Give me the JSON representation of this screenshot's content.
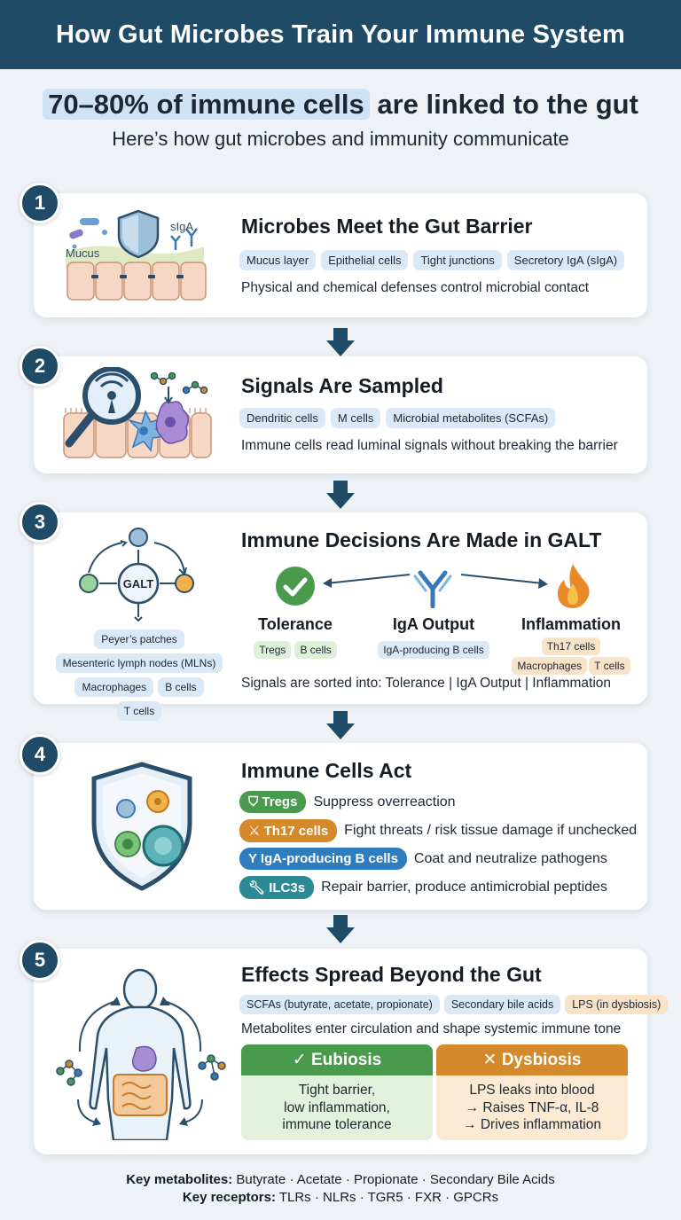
{
  "header": {
    "title": "How Gut Microbes Train Your Immune System"
  },
  "hero": {
    "highlight": "70–80% of immune cells",
    "rest": " are linked to the gut",
    "subtitle": "Here’s how gut microbes and immunity communicate"
  },
  "colors": {
    "navy": "#1f4b66",
    "green": "#4a9a4e",
    "orange": "#d4892a",
    "blue": "#2f7dbf",
    "teal": "#2b8a95",
    "chip_blue": "#dbe9f6",
    "chip_orange": "#f8e2c8"
  },
  "steps": [
    {
      "number": "1",
      "title": "Microbes Meet the Gut Barrier",
      "icon": "gut-barrier-shield-icon",
      "labels": {
        "mucus": "Mucus",
        "siga": "sIgA"
      },
      "chips": [
        "Mucus layer",
        "Epithelial cells",
        "Tight junctions",
        "Secretory IgA (sIgA)"
      ],
      "description": "Physical and chemical defenses control microbial contact"
    },
    {
      "number": "2",
      "title": "Signals Are Sampled",
      "icon": "magnifier-sampling-icon",
      "chips": [
        "Dendritic cells",
        "M cells",
        "Microbial metabolites (SCFAs)"
      ],
      "description": "Immune cells read luminal signals without breaking the barrier"
    },
    {
      "number": "3",
      "title": "Immune Decisions Are Made in GALT",
      "icon": "galt-network-icon",
      "galt_label": "GALT",
      "left_chips": [
        "Peyer’s patches",
        "Mesenteric lymph nodes (MLNs)",
        "Macrophages",
        "B cells",
        "T cells"
      ],
      "decisions": [
        {
          "label": "Tolerance",
          "icon": "checkmark-icon",
          "chips": [
            "Tregs",
            "B cells"
          ]
        },
        {
          "label": "IgA Output",
          "icon": "antibody-icon",
          "chips": [
            "IgA-producing B cells"
          ]
        },
        {
          "label": "Inflammation",
          "icon": "flame-icon",
          "chips": [
            "Th17 cells",
            "Macrophages",
            "T cells"
          ]
        }
      ],
      "description": "Signals are sorted into: Tolerance | IgA Output | Inflammation"
    },
    {
      "number": "4",
      "title": "Immune Cells Act",
      "icon": "immune-shield-cells-icon",
      "actions": [
        {
          "badge": "Tregs",
          "badge_icon": "shield-icon",
          "color": "#4a9a4e",
          "text": "Suppress overreaction"
        },
        {
          "badge": "Th17 cells",
          "badge_icon": "crossed-swords-icon",
          "color": "#d4892a",
          "text": "Fight threats / risk tissue damage if unchecked"
        },
        {
          "badge": "IgA-producing B cells",
          "badge_icon": "antibody-icon",
          "color": "#2f7dbf",
          "text": "Coat and neutralize pathogens"
        },
        {
          "badge": "ILC3s",
          "badge_icon": "wrench-icon",
          "color": "#2b8a95",
          "text": "Repair barrier, produce antimicrobial peptides"
        }
      ]
    },
    {
      "number": "5",
      "title": "Effects Spread Beyond the Gut",
      "icon": "human-body-gut-icon",
      "chips": [
        "SCFAs (butyrate, acetate, propionate)",
        "Secondary bile acids",
        "LPS (in dysbiosis)"
      ],
      "description": "Metabolites enter circulation and shape systemic immune tone",
      "eubiosis": {
        "title": "✓ Eubiosis",
        "lines": [
          "Tight barrier,",
          "low inflammation,",
          "immune tolerance"
        ]
      },
      "dysbiosis": {
        "title": "✕ Dysbiosis",
        "lines": [
          "LPS leaks into blood",
          "→ Raises TNF-α, IL-8",
          "→ Drives inflammation"
        ]
      }
    }
  ],
  "footer": {
    "metabolites_label": "Key metabolites:",
    "metabolites": " Butyrate · Acetate · Propionate · Secondary Bile Acids",
    "receptors_label": "Key receptors:",
    "receptors": " TLRs · NLRs · TGR5 · FXR · GPCRs"
  }
}
